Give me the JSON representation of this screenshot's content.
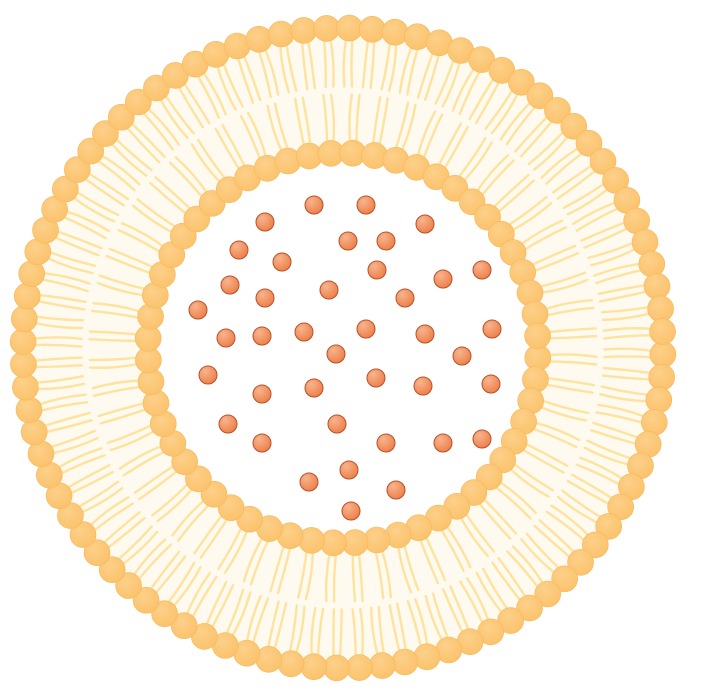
{
  "diagram": {
    "kind": "liposome-cross-section",
    "colors": {
      "background": "#ffffff",
      "bilayer_fill": "#fffaf0",
      "head": "#fbc26a",
      "head_highlight": "#fdd08a",
      "tail": "#fde39e",
      "cargo": "#f08a55",
      "cargo_stroke": "#b8502a",
      "cargo_highlight": "#f7b48e"
    },
    "outer_leaflet": {
      "head_count": 88,
      "icon": "phospholipid-head-icon"
    },
    "inner_leaflet": {
      "head_count": 56,
      "icon": "phospholipid-head-icon"
    },
    "cargo": {
      "count": 45,
      "icon": "cargo-particle-icon"
    }
  }
}
